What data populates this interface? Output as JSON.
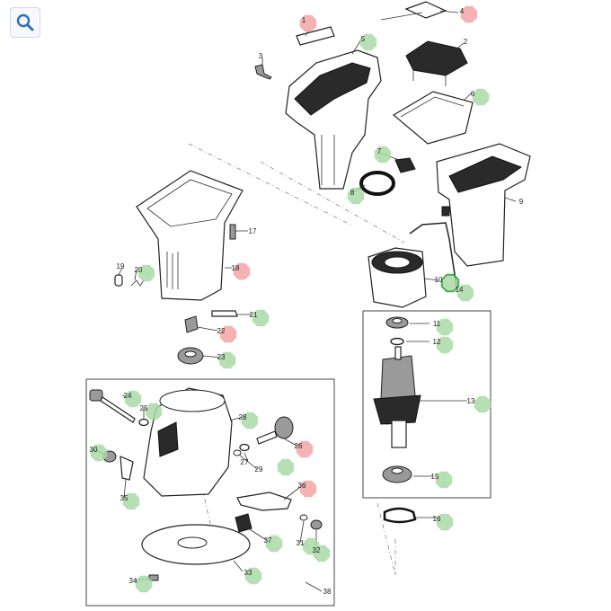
{
  "search": {
    "icon": "search-icon"
  },
  "colors": {
    "green": "#a9dba7",
    "red": "#f3a5a5",
    "highlight_ring": "#2f9e3b"
  },
  "callouts": [
    {
      "id": "1",
      "label": "1",
      "status": "red"
    },
    {
      "id": "2",
      "label": "2",
      "status": "none"
    },
    {
      "id": "3",
      "label": "3",
      "status": "none"
    },
    {
      "id": "4",
      "label": "4",
      "status": "red"
    },
    {
      "id": "5",
      "label": "5",
      "status": "green"
    },
    {
      "id": "6",
      "label": "6",
      "status": "green"
    },
    {
      "id": "7",
      "label": "7",
      "status": "green"
    },
    {
      "id": "8",
      "label": "8",
      "status": "green"
    },
    {
      "id": "9",
      "label": "9",
      "status": "none"
    },
    {
      "id": "10",
      "label": "10",
      "status": "green",
      "selected": true
    },
    {
      "id": "11",
      "label": "11",
      "status": "green"
    },
    {
      "id": "12",
      "label": "12",
      "status": "green"
    },
    {
      "id": "13",
      "label": "13",
      "status": "green"
    },
    {
      "id": "14",
      "label": "14",
      "status": "green"
    },
    {
      "id": "15",
      "label": "15",
      "status": "green"
    },
    {
      "id": "16",
      "label": "16",
      "status": "green"
    },
    {
      "id": "17",
      "label": "17",
      "status": "none"
    },
    {
      "id": "18",
      "label": "18",
      "status": "red"
    },
    {
      "id": "19",
      "label": "19",
      "status": "none"
    },
    {
      "id": "20",
      "label": "20",
      "status": "green"
    },
    {
      "id": "21",
      "label": "21",
      "status": "green"
    },
    {
      "id": "22",
      "label": "22",
      "status": "red"
    },
    {
      "id": "23",
      "label": "23",
      "status": "green"
    },
    {
      "id": "24",
      "label": "24",
      "status": "green"
    },
    {
      "id": "25",
      "label": "25",
      "status": "green"
    },
    {
      "id": "26",
      "label": "26",
      "status": "red"
    },
    {
      "id": "27",
      "label": "27",
      "status": "green"
    },
    {
      "id": "28",
      "label": "28",
      "status": "green"
    },
    {
      "id": "29",
      "label": "29",
      "status": "none"
    },
    {
      "id": "30",
      "label": "30",
      "status": "green"
    },
    {
      "id": "31",
      "label": "31",
      "status": "green"
    },
    {
      "id": "32",
      "label": "32",
      "status": "green"
    },
    {
      "id": "33",
      "label": "33",
      "status": "green"
    },
    {
      "id": "34",
      "label": "34",
      "status": "green"
    },
    {
      "id": "35",
      "label": "35",
      "status": "green"
    },
    {
      "id": "36",
      "label": "36",
      "status": "red"
    },
    {
      "id": "37",
      "label": "37",
      "status": "green"
    },
    {
      "id": "38",
      "label": "38",
      "status": "none"
    }
  ]
}
